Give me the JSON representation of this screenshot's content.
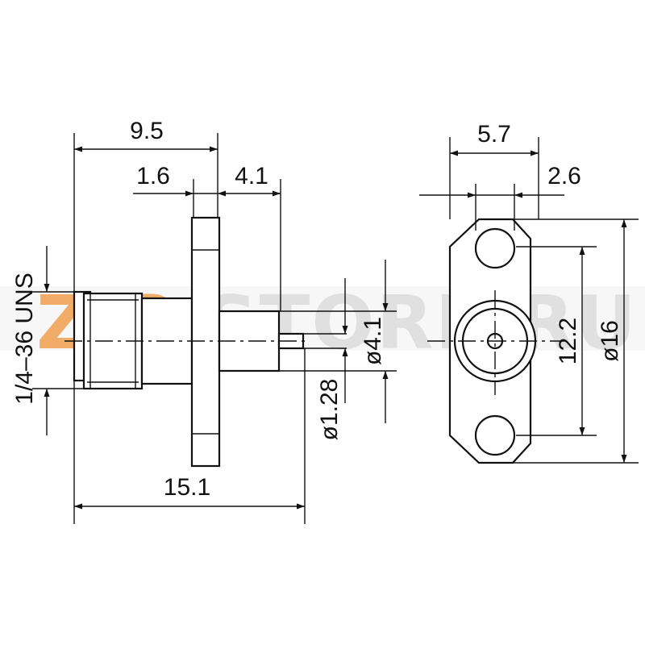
{
  "watermark": {
    "text": "ZIPSTORE.RU",
    "zip_color": "#f0a050",
    "rest_color": "#d9d9d9"
  },
  "dimensions": {
    "d_9_5": "9.5",
    "d_1_6": "1.6",
    "d_4_1": "4.1",
    "d_15_1": "15.1",
    "d_5_7": "5.7",
    "d_2_6": "2.6",
    "d_12_2": "12.2",
    "d_16": "ø16",
    "d_dia_4_1": "ø4.1",
    "d_dia_1_28": "ø1.28",
    "thread": "1/4–36 UNS"
  }
}
